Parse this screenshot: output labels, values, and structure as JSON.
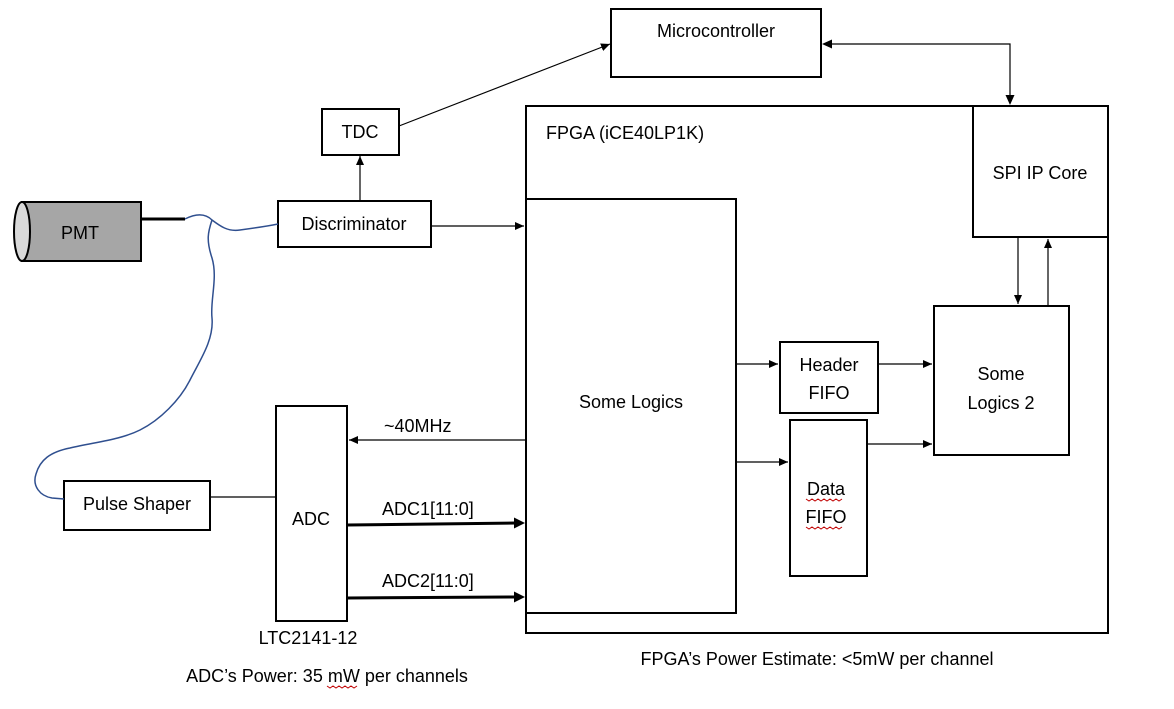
{
  "blocks": {
    "pmt": "PMT",
    "discriminator": "Discriminator",
    "tdc": "TDC",
    "microcontroller": "Microcontroller",
    "fpga": "FPGA (iCE40LP1K)",
    "spi_ip_core": "SPI IP Core",
    "some_logics": "Some Logics",
    "header_fifo_line1": "Header",
    "header_fifo_line2": "FIFO",
    "data_fifo_line1": "Data",
    "data_fifo_line2": "FIFO",
    "some_logics2_line1": "Some",
    "some_logics2_line2": "Logics 2",
    "pulse_shaper": "Pulse Shaper",
    "adc": "ADC"
  },
  "signals": {
    "clock": "~40MHz",
    "adc1": "ADC1[11:0]",
    "adc2": "ADC2[11:0]"
  },
  "captions": {
    "adc_part": "LTC2141-12",
    "adc_power": "ADC’s Power: 35 mW per channels",
    "fpga_power": "FPGA’s Power Estimate: <5mW per channel"
  },
  "colors": {
    "pmt_fill": "#a6a6a6",
    "cable": "#2f4f8f",
    "lines": "#000000"
  }
}
